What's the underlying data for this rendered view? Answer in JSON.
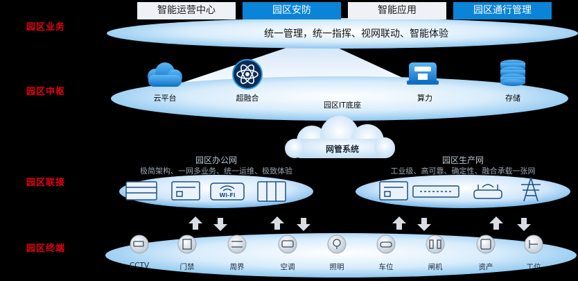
{
  "layers": {
    "business": "园区业务",
    "hub": "园区中枢",
    "connect": "园区联接",
    "terminal": "园区终端"
  },
  "tabs": [
    {
      "label": "智能运营中心",
      "style": "light"
    },
    {
      "label": "园区安防",
      "style": "blue"
    },
    {
      "label": "智能应用",
      "style": "light"
    },
    {
      "label": "园区通行管理",
      "style": "blue"
    }
  ],
  "business": {
    "slogan": "统一管理，统一指挥、视网联动、智能体验"
  },
  "hub": {
    "base": "园区IT底座",
    "items": [
      "云平台",
      "超融合",
      "算力",
      "存储"
    ]
  },
  "network_mgmt": "网管系统",
  "office_net": {
    "title": "园区办公网",
    "desc": "极简架构、一网多业务、统一运维、极致体验"
  },
  "production_net": {
    "title": "园区生产网",
    "desc": "工业级、高可靠、确定性、融合承载一张网"
  },
  "wifi_label": "Wi-Fi",
  "terminals": [
    "CCTV",
    "门禁",
    "周界",
    "空调",
    "照明",
    "车位",
    "闸机",
    "资产",
    "工位"
  ],
  "colors": {
    "tab_blue": "#0b84d8",
    "layer_label": "#e60012",
    "icon_blue": "#1e8fe0"
  }
}
